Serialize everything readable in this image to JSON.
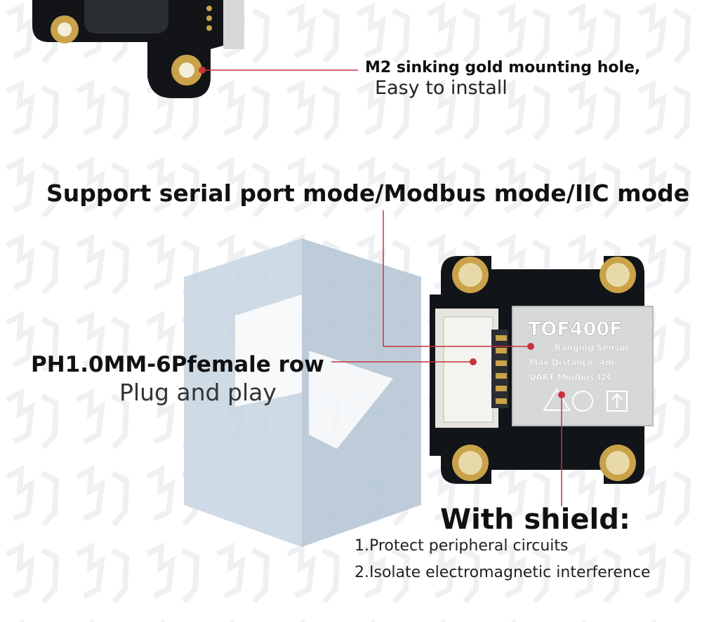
{
  "mount_callout": {
    "title": "M2 sinking gold mounting hole,",
    "subtitle": "Easy to install"
  },
  "modes_heading": "Support serial port mode/Modbus mode/IIC mode",
  "connector_callout": {
    "title": "PH1.0MM-6Pfemale row",
    "subtitle": "Plug and play"
  },
  "shield_callout": {
    "title": "With shield:",
    "items": [
      "1.Protect peripheral circuits",
      "2.Isolate electromagnetic interference"
    ]
  },
  "module_label": {
    "model": "TOF400F",
    "type": "Ranging Sensor",
    "range": "Max Distance: 4m",
    "interfaces": "UART/Modbus/I2C"
  },
  "colors": {
    "pcb": "#111418",
    "gold": "#c9a24a",
    "shield": "#d7d9d9",
    "callout_line": "#c8323a",
    "watermark": "#c7d3df"
  }
}
